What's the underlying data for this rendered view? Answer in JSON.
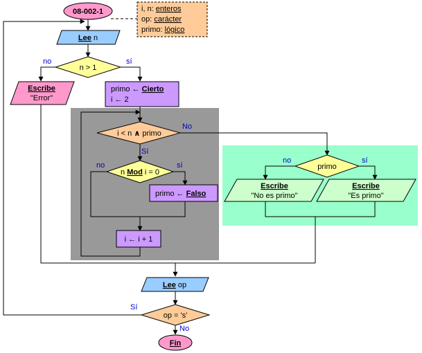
{
  "title": "08-002-1",
  "declarations": {
    "line1_vars": "i, n: ",
    "line1_type": "enteros",
    "line2_vars": "op: ",
    "line2_type": "carácter",
    "line3_vars": "primo: ",
    "line3_type": "lógico"
  },
  "read_n": {
    "keyword": "Lee",
    "arg": " n"
  },
  "cond_n_gt_1": {
    "text": "n > 1",
    "no_label": "no",
    "yes_label": "sí"
  },
  "write_error": {
    "keyword": "Escribe",
    "arg": "\"Error\""
  },
  "init": {
    "line1_prefix": "primo ← ",
    "line1_value": "Cierto",
    "line2": "i ← 2"
  },
  "loop_cond": {
    "text_a": "i < n ",
    "op": "∧",
    "text_b": " primo",
    "no_label": "No",
    "yes_label": "Sí"
  },
  "mod_cond": {
    "prefix": "n ",
    "keyword": "Mod",
    "suffix": " i = 0",
    "no_label": "no",
    "yes_label": "sí"
  },
  "set_false": {
    "prefix": "primo  ← ",
    "value": "Falso"
  },
  "increment": {
    "text": "i ← i + 1"
  },
  "cond_primo": {
    "text": "primo",
    "no_label": "no",
    "yes_label": "sí"
  },
  "write_not_prime": {
    "keyword": "Escribe",
    "arg": "\"No es primo\""
  },
  "write_prime": {
    "keyword": "Escribe",
    "arg": "\"Es primo\""
  },
  "read_op": {
    "keyword": "Lee",
    "arg": " op"
  },
  "cond_op": {
    "text": "op = 's'",
    "yes_label": "Sí",
    "no_label": "No"
  },
  "end": {
    "text": "Fin"
  },
  "colors": {
    "terminal": "#ff99cc",
    "io_read": "#99ccff",
    "io_write_error": "#ff99cc",
    "io_write_result": "#ccffcc",
    "process": "#cc99ff",
    "decision": "#ffff99",
    "decision_op": "#ffcc99",
    "declarations": "#ffcc99",
    "loop_panel": "#999999",
    "result_panel": "#99ffcc"
  }
}
